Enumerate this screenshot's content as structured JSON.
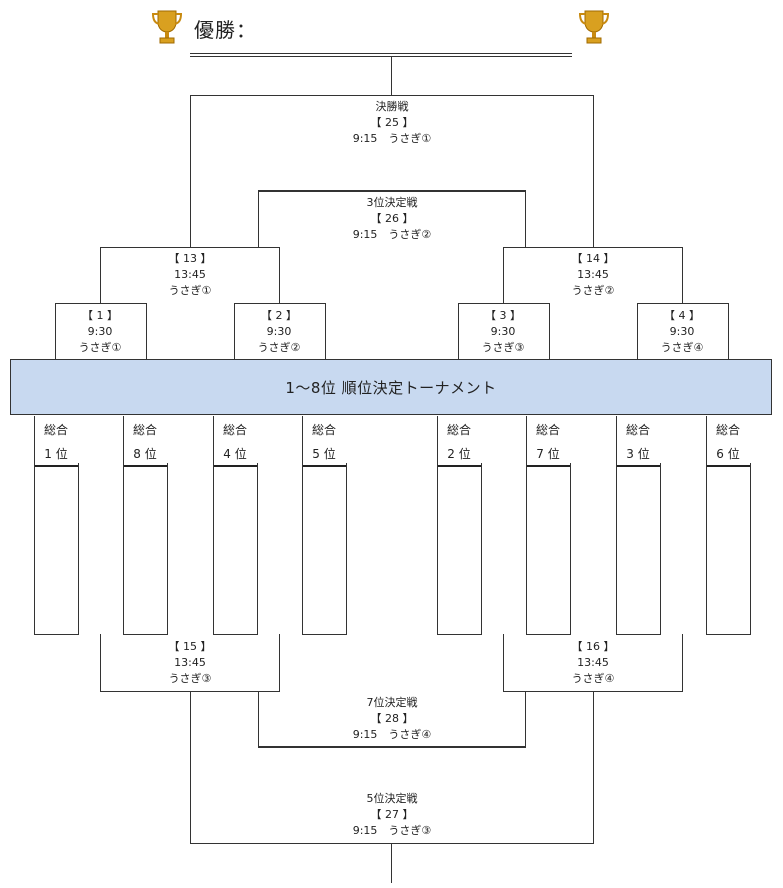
{
  "header": {
    "title": "優勝：",
    "left_icon": "trophy-icon",
    "right_icon": "trophy-icon"
  },
  "banner": {
    "text": "1～8位 順位決定トーナメント",
    "color": "#c8d9f0"
  },
  "matches": {
    "final": {
      "title": "決勝戦",
      "number": "【 25 】",
      "info": "9:15　うさぎ①"
    },
    "third": {
      "title": "3位決定戦",
      "number": "【 26 】",
      "info": "9:15　うさぎ②"
    },
    "m13": {
      "number": "【 13 】",
      "time": "13:45",
      "court": "うさぎ①"
    },
    "m14": {
      "number": "【 14 】",
      "time": "13:45",
      "court": "うさぎ②"
    },
    "m1": {
      "number": "【 1 】",
      "time": "9:30",
      "court": "うさぎ①"
    },
    "m2": {
      "number": "【 2 】",
      "time": "9:30",
      "court": "うさぎ②"
    },
    "m3": {
      "number": "【 3 】",
      "time": "9:30",
      "court": "うさぎ③"
    },
    "m4": {
      "number": "【 4 】",
      "time": "9:30",
      "court": "うさぎ④"
    },
    "m15": {
      "number": "【 15 】",
      "time": "13:45",
      "court": "うさぎ③"
    },
    "m16": {
      "number": "【 16 】",
      "time": "13:45",
      "court": "うさぎ④"
    },
    "seventh": {
      "title": "7位決定戦",
      "number": "【 28 】",
      "info": "9:15　うさぎ④"
    },
    "fifth": {
      "title": "5位決定戦",
      "number": "【 27 】",
      "info": "9:15　うさぎ③"
    }
  },
  "ranks": [
    {
      "label": "総合",
      "rank": "1 位"
    },
    {
      "label": "総合",
      "rank": "8 位"
    },
    {
      "label": "総合",
      "rank": "4 位"
    },
    {
      "label": "総合",
      "rank": "5 位"
    },
    {
      "label": "総合",
      "rank": "2 位"
    },
    {
      "label": "総合",
      "rank": "7 位"
    },
    {
      "label": "総合",
      "rank": "3 位"
    },
    {
      "label": "総合",
      "rank": "6 位"
    }
  ]
}
